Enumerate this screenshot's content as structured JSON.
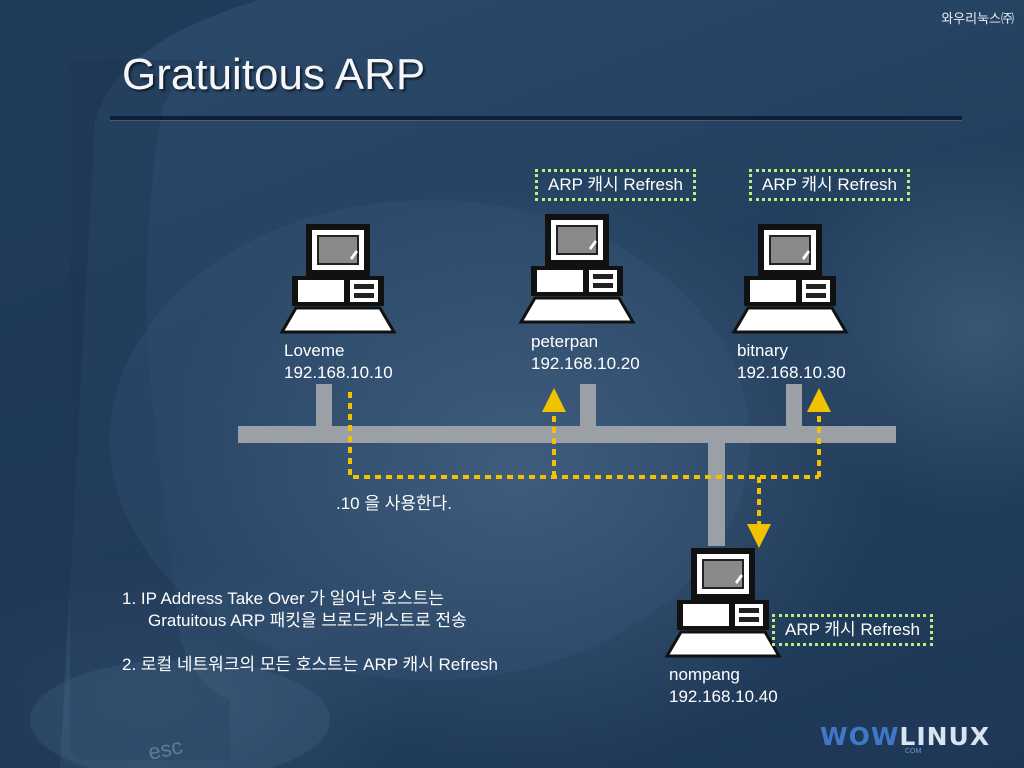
{
  "title": "Gratuitous ARP",
  "company": "와우리눅스㈜",
  "hosts": [
    {
      "name": "Loveme",
      "ip": "192.168.10.10"
    },
    {
      "name": "peterpan",
      "ip": "192.168.10.20"
    },
    {
      "name": "bitnary",
      "ip": "192.168.10.30"
    },
    {
      "name": "nompang",
      "ip": "192.168.10.40"
    }
  ],
  "badges": [
    "ARP 캐시 Refresh",
    "ARP 캐시 Refresh",
    "ARP 캐시 Refresh"
  ],
  "flow_label": ".10 을 사용한다.",
  "notes": {
    "line1a": "1. IP Address Take Over 가 일어난 호스트는",
    "line1b": "Gratuitous ARP 패킷을 브로드캐스트로 전송",
    "line2": "2. 로컬 네트워크의 모든 호스트는 ARP 캐시 Refresh"
  },
  "logo": {
    "part1": "WOW",
    "part2": "LINUX",
    "sub": "COM"
  },
  "colors": {
    "cable": "#9aa0a6",
    "arrow": "#f2c200",
    "badge_border": "#b8f07a"
  }
}
